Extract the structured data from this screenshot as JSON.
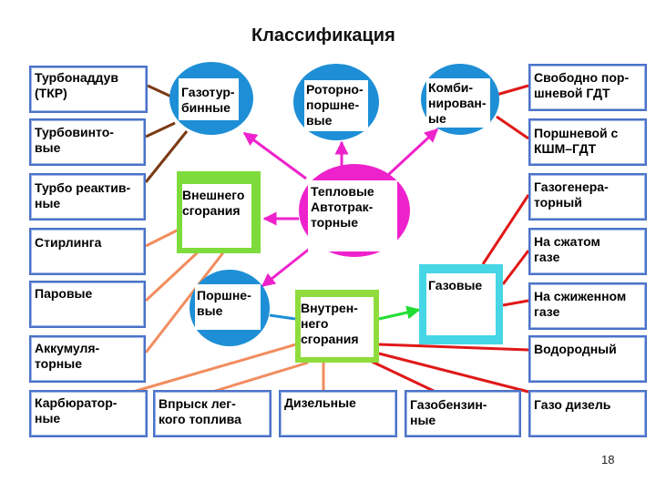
{
  "title": "Классификация",
  "page_number": "18",
  "colors": {
    "box_border": "#4a72c8",
    "circle_blue": "#1e8fd6",
    "circle_magenta": "#ee22cc",
    "external_combustion": "#7ddc3c",
    "internal_combustion": "#8fdc3c",
    "gas": "#46d6e6",
    "line_brown": "#7b3a14",
    "line_salmon": "#f28c5e",
    "line_red": "#e01818",
    "line_magenta": "#ee22cc",
    "line_green": "#22dd33"
  },
  "center": {
    "label": "Тепловые\nАвтотрак-\nторные"
  },
  "nodes": {
    "gas_turbine": "Газотур-\nбинные",
    "rotary_piston": "Роторно-\nпоршне-\nвые",
    "combined": "Комби-\nнирован-\nые",
    "external_combustion": "Внешнего\nсгорания",
    "piston": "Поршне-\nвые",
    "internal_combustion": "Внутрен-\nнего\nсгорания",
    "gas": "Газовые"
  },
  "left_boxes": [
    "Турбонаддув\n   (ТКР)",
    "Турбовинто-\nвые",
    "Турбо реактив-\nные",
    "Стирлинга",
    "Паровые",
    "Аккумуля-\nторные",
    "Карбюратор-\nные"
  ],
  "bottom_boxes": [
    "Впрыск лег-\nкого топлива",
    "Дизельные",
    "Газобензин-\nные"
  ],
  "right_boxes": [
    "Свободно пор-\nшневой ГДТ",
    "Поршневой с\nКШМ–ГДТ",
    "Газогенера-\nторный",
    "На сжатом\nгазе",
    "На сжиженном\nгазе",
    "Водородный",
    "Газо дизель"
  ]
}
